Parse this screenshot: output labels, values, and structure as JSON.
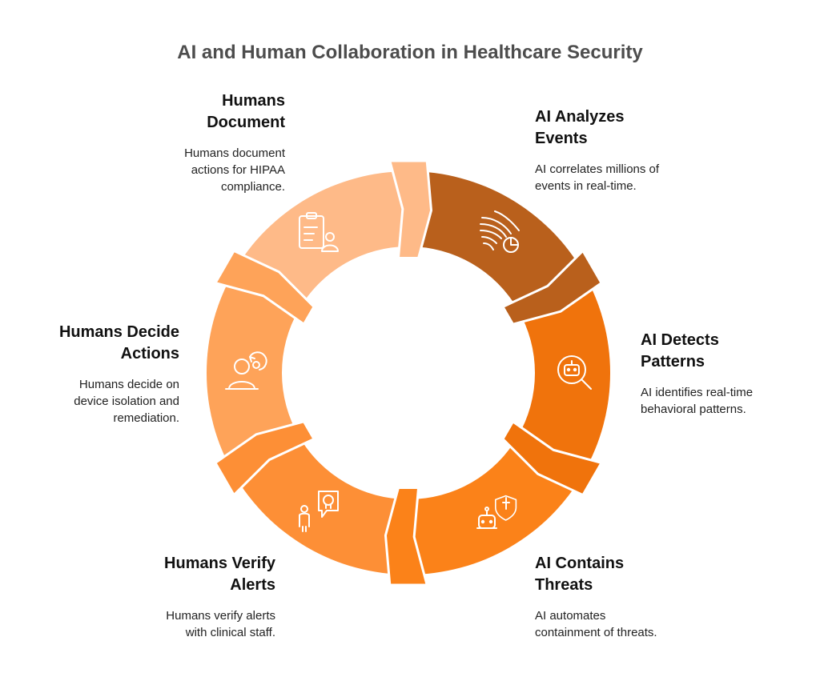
{
  "title": "AI and Human Collaboration in Healthcare Security",
  "colors": {
    "segment_analyze": "#b9601c",
    "segment_detect": "#f0730c",
    "segment_contain": "#fb8219",
    "segment_verify": "#fd8f36",
    "segment_decide": "#fea359",
    "segment_document": "#feba88",
    "icon_stroke": "#ffffff"
  },
  "steps": [
    {
      "id": "analyze",
      "heading_line1": "AI Analyzes",
      "heading_line2": "Events",
      "description_line1": "AI correlates millions of",
      "description_line2": "events in real-time.",
      "icon": "data-flow-chart-icon"
    },
    {
      "id": "detect",
      "heading_line1": "AI Detects",
      "heading_line2": "Patterns",
      "description_line1": "AI identifies real-time",
      "description_line2": "behavioral patterns.",
      "icon": "robot-magnifier-icon"
    },
    {
      "id": "contain",
      "heading_line1": "AI Contains",
      "heading_line2": "Threats",
      "description_line1": "AI automates",
      "description_line2": "containment of threats.",
      "icon": "robot-shield-icon"
    },
    {
      "id": "verify",
      "heading_line1": "Humans Verify",
      "heading_line2": "Alerts",
      "description_line1": "Humans verify alerts",
      "description_line2": "with clinical staff.",
      "icon": "person-speech-bubble-icon"
    },
    {
      "id": "decide",
      "heading_line1": "Humans Decide",
      "heading_line2": "Actions",
      "description_line1": "Humans decide on",
      "description_line2": "device isolation and",
      "description_line3": "remediation.",
      "icon": "thinking-person-icon"
    },
    {
      "id": "document",
      "heading_line1": "Humans",
      "heading_line2": "Document",
      "description_line1": "Humans document",
      "description_line2": "actions for HIPAA",
      "description_line3": "compliance.",
      "icon": "clipboard-person-icon"
    }
  ]
}
